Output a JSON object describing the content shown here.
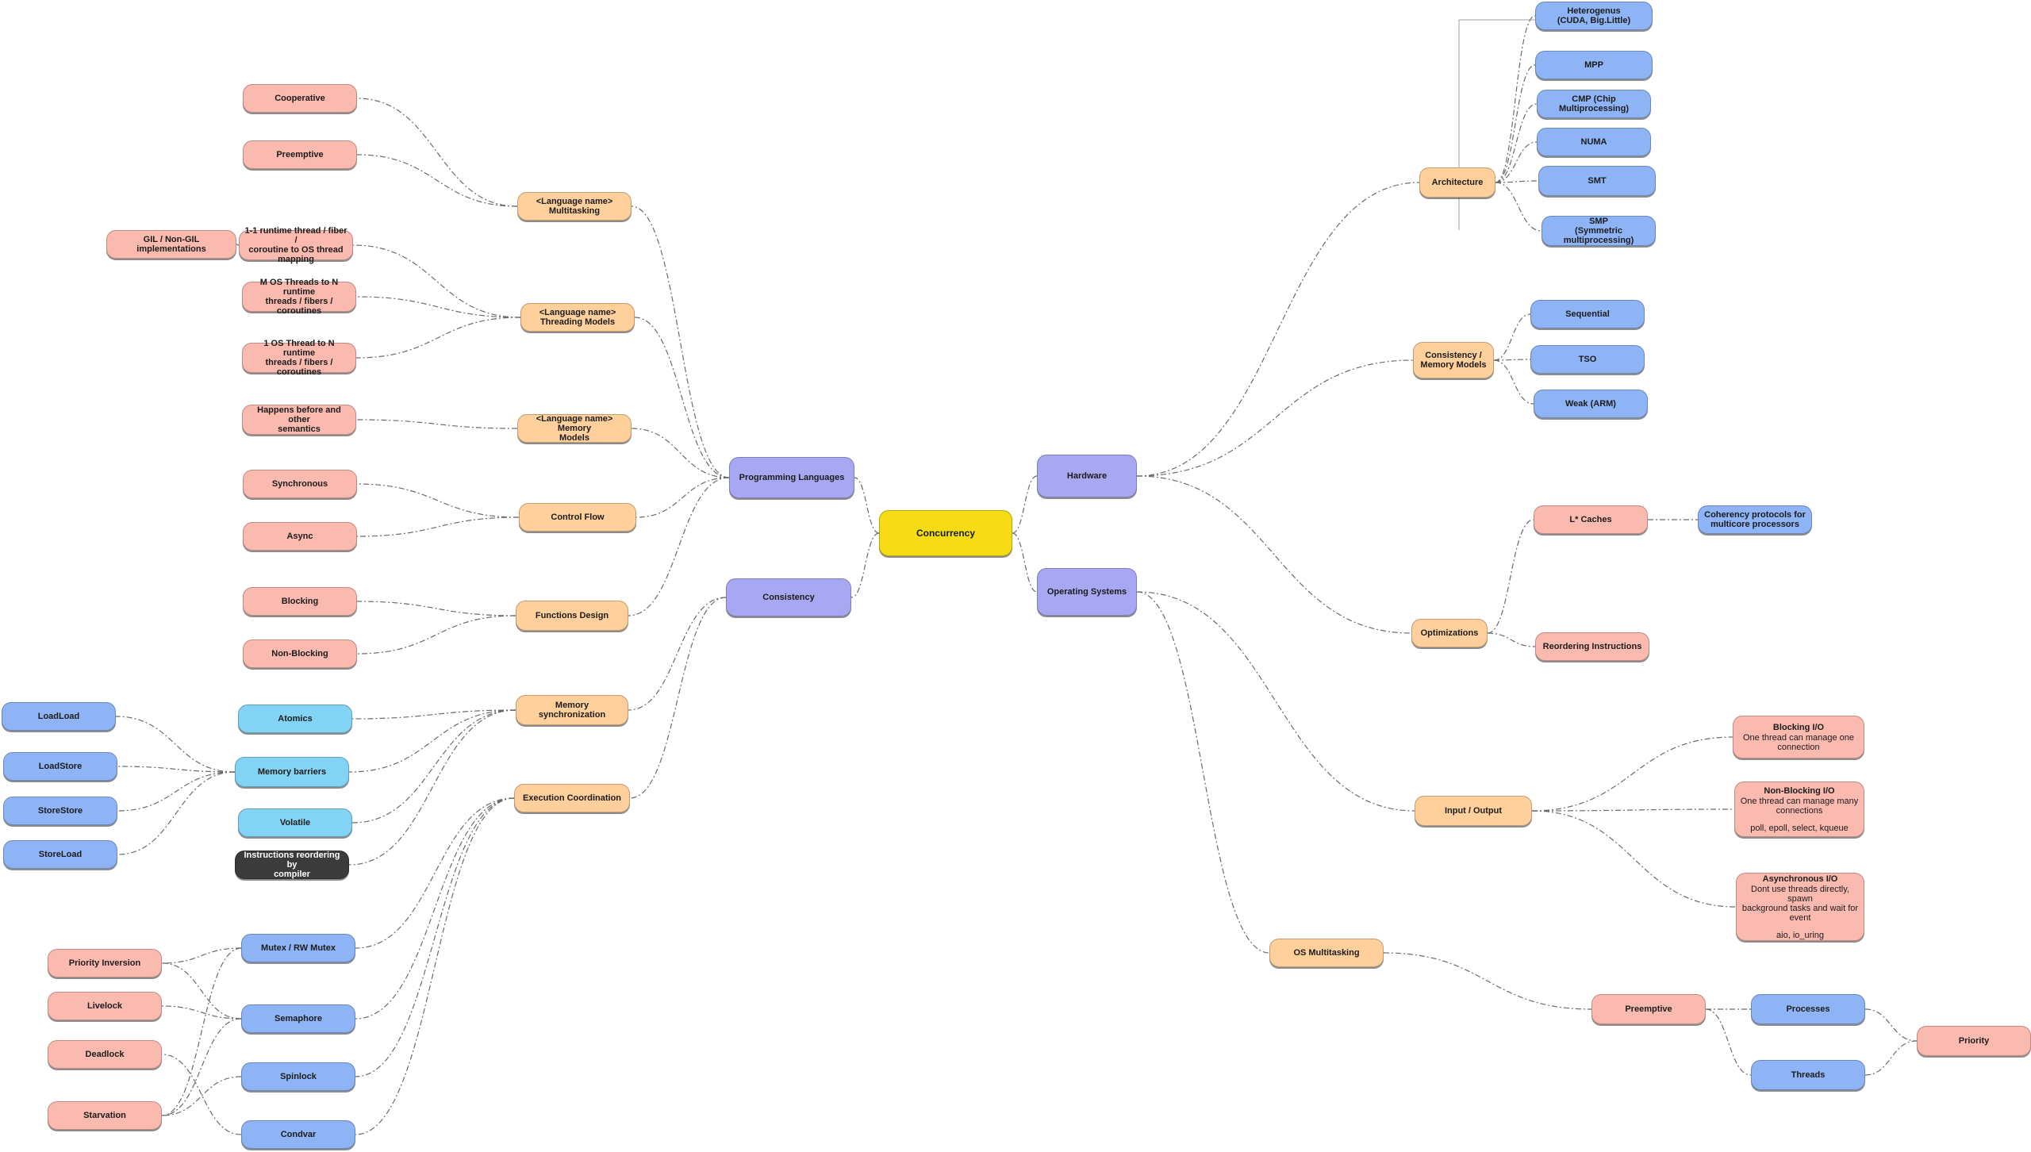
{
  "diagram": {
    "nodes": [
      {
        "id": "concurrency",
        "label": "Concurrency",
        "color": "#f5dc14"
      },
      {
        "id": "programming-languages",
        "label": "Programming Languages",
        "color": "#a8a8f2"
      },
      {
        "id": "consistency",
        "label": "Consistency",
        "color": "#a8a8f2"
      },
      {
        "id": "hardware",
        "label": "Hardware",
        "color": "#a8a8f2"
      },
      {
        "id": "operating-systems",
        "label": "Operating Systems",
        "color": "#a8a8f2"
      },
      {
        "id": "lang-multitasking",
        "label": "<Language name>\nMultitasking",
        "color": "#ffd09b"
      },
      {
        "id": "lang-threading",
        "label": "<Language name>\nThreading Models",
        "color": "#ffd09b"
      },
      {
        "id": "lang-memory",
        "label": "<Language name> Memory\nModels",
        "color": "#ffd09b"
      },
      {
        "id": "control-flow",
        "label": "Control Flow",
        "color": "#ffd09b"
      },
      {
        "id": "functions-design",
        "label": "Functions Design",
        "color": "#ffd09b"
      },
      {
        "id": "memory-sync",
        "label": "Memory synchronization",
        "color": "#ffd09b"
      },
      {
        "id": "exec-coord",
        "label": "Execution Coordination",
        "color": "#ffd09b"
      },
      {
        "id": "cooperative",
        "label": "Cooperative",
        "color": "#fbbab0"
      },
      {
        "id": "preemptive-left",
        "label": "Preemptive",
        "color": "#fbbab0"
      },
      {
        "id": "gil",
        "label": "GIL / Non-GIL\nimplementations",
        "color": "#fbbab0"
      },
      {
        "id": "one-one",
        "label": "1-1 runtime thread / fiber /\ncoroutine to OS thread\nmapping",
        "color": "#fbbab0"
      },
      {
        "id": "m-n",
        "label": "M OS Threads to N runtime\nthreads / fibers /\ncoroutines",
        "color": "#fbbab0"
      },
      {
        "id": "one-n",
        "label": "1 OS Thread to N runtime\nthreads / fibers /\ncoroutines",
        "color": "#fbbab0"
      },
      {
        "id": "happens-before",
        "label": "Happens before and other\nsemantics",
        "color": "#fbbab0"
      },
      {
        "id": "synchronous",
        "label": "Synchronous",
        "color": "#fbbab0"
      },
      {
        "id": "async",
        "label": "Async",
        "color": "#fbbab0"
      },
      {
        "id": "blocking",
        "label": "Blocking",
        "color": "#fbbab0"
      },
      {
        "id": "non-blocking",
        "label": "Non-Blocking",
        "color": "#fbbab0"
      },
      {
        "id": "atomics",
        "label": "Atomics",
        "color": "#83d3f5"
      },
      {
        "id": "memory-barriers",
        "label": "Memory barriers",
        "color": "#83d3f5"
      },
      {
        "id": "volatile",
        "label": "Volatile",
        "color": "#83d3f5"
      },
      {
        "id": "instr-reorder",
        "label": "Instructions reordering by\ncompiler",
        "color": "#3b3b3b"
      },
      {
        "id": "loadload",
        "label": "LoadLoad",
        "color": "#8fb4f5"
      },
      {
        "id": "loadstore",
        "label": "LoadStore",
        "color": "#8fb4f5"
      },
      {
        "id": "storestore",
        "label": "StoreStore",
        "color": "#8fb4f5"
      },
      {
        "id": "storeload",
        "label": "StoreLoad",
        "color": "#8fb4f5"
      },
      {
        "id": "mutex",
        "label": "Mutex / RW Mutex",
        "color": "#8fb4f5"
      },
      {
        "id": "semaphore",
        "label": "Semaphore",
        "color": "#8fb4f5"
      },
      {
        "id": "spinlock",
        "label": "Spinlock",
        "color": "#8fb4f5"
      },
      {
        "id": "condvar",
        "label": "Condvar",
        "color": "#8fb4f5"
      },
      {
        "id": "priority-inversion",
        "label": "Priority Inversion",
        "color": "#fbbab0"
      },
      {
        "id": "livelock",
        "label": "Livelock",
        "color": "#fbbab0"
      },
      {
        "id": "deadlock",
        "label": "Deadlock",
        "color": "#fbbab0"
      },
      {
        "id": "starvation",
        "label": "Starvation",
        "color": "#fbbab0"
      },
      {
        "id": "architecture",
        "label": "Architecture",
        "color": "#ffd09b"
      },
      {
        "id": "heterogenous",
        "label": "Heterogenus\n(CUDA, Big.Little)",
        "color": "#8fb4f5"
      },
      {
        "id": "mpp",
        "label": "MPP",
        "color": "#8fb4f5"
      },
      {
        "id": "cmp",
        "label": "CMP (Chip\nMultiprocessing)",
        "color": "#8fb4f5"
      },
      {
        "id": "numa",
        "label": "NUMA",
        "color": "#8fb4f5"
      },
      {
        "id": "smt",
        "label": "SMT",
        "color": "#8fb4f5"
      },
      {
        "id": "smp",
        "label": "SMP\n(Symmetric\nmultiprocessing)",
        "color": "#8fb4f5"
      },
      {
        "id": "consistency-models",
        "label": "Consistency /\nMemory Models",
        "color": "#ffd09b"
      },
      {
        "id": "sequential",
        "label": "Sequential",
        "color": "#8fb4f5"
      },
      {
        "id": "tso",
        "label": "TSO",
        "color": "#8fb4f5"
      },
      {
        "id": "weak-arm",
        "label": "Weak (ARM)",
        "color": "#8fb4f5"
      },
      {
        "id": "optimizations",
        "label": "Optimizations",
        "color": "#ffd09b"
      },
      {
        "id": "l-caches",
        "label": "L* Caches",
        "color": "#fbbab0"
      },
      {
        "id": "coherency",
        "label": "Coherency protocols for\nmulticore processors",
        "color": "#8fb4f5"
      },
      {
        "id": "reordering",
        "label": "Reordering Instructions",
        "color": "#fbbab0"
      },
      {
        "id": "input-output",
        "label": "Input / Output",
        "color": "#ffd09b"
      },
      {
        "id": "blocking-io",
        "label": "Blocking I/O",
        "desc": "One thread can manage one\nconnection",
        "color": "#fbbab0"
      },
      {
        "id": "non-blocking-io",
        "label": "Non-Blocking I/O",
        "desc": "One thread can manage many\nconnections",
        "extra": "poll, epoll, select, kqueue",
        "color": "#fbbab0"
      },
      {
        "id": "async-io",
        "label": "Asynchronous I/O",
        "desc": "Dont use threads directly, spawn\nbackground tasks and wait for\nevent",
        "extra": "aio, io_uring",
        "color": "#fbbab0"
      },
      {
        "id": "os-multitasking",
        "label": "OS Multitasking",
        "color": "#ffd09b"
      },
      {
        "id": "preemptive-right",
        "label": "Preemptive",
        "color": "#fbbab0"
      },
      {
        "id": "processes",
        "label": "Processes",
        "color": "#8fb4f5"
      },
      {
        "id": "threads",
        "label": "Threads",
        "color": "#8fb4f5"
      },
      {
        "id": "priority",
        "label": "Priority",
        "color": "#fbbab0"
      }
    ],
    "edges": [
      [
        "concurrency",
        "programming-languages"
      ],
      [
        "concurrency",
        "consistency"
      ],
      [
        "concurrency",
        "hardware"
      ],
      [
        "concurrency",
        "operating-systems"
      ],
      [
        "programming-languages",
        "lang-multitasking"
      ],
      [
        "programming-languages",
        "lang-threading"
      ],
      [
        "programming-languages",
        "lang-memory"
      ],
      [
        "programming-languages",
        "control-flow"
      ],
      [
        "programming-languages",
        "functions-design"
      ],
      [
        "lang-multitasking",
        "cooperative"
      ],
      [
        "lang-multitasking",
        "preemptive-left"
      ],
      [
        "lang-threading",
        "one-one"
      ],
      [
        "lang-threading",
        "m-n"
      ],
      [
        "lang-threading",
        "one-n"
      ],
      [
        "one-one",
        "gil"
      ],
      [
        "lang-memory",
        "happens-before"
      ],
      [
        "control-flow",
        "synchronous"
      ],
      [
        "control-flow",
        "async"
      ],
      [
        "functions-design",
        "blocking"
      ],
      [
        "functions-design",
        "non-blocking"
      ],
      [
        "consistency",
        "memory-sync"
      ],
      [
        "consistency",
        "exec-coord"
      ],
      [
        "memory-sync",
        "atomics"
      ],
      [
        "memory-sync",
        "memory-barriers"
      ],
      [
        "memory-sync",
        "volatile"
      ],
      [
        "memory-sync",
        "instr-reorder"
      ],
      [
        "memory-barriers",
        "loadload"
      ],
      [
        "memory-barriers",
        "loadstore"
      ],
      [
        "memory-barriers",
        "storestore"
      ],
      [
        "memory-barriers",
        "storeload"
      ],
      [
        "exec-coord",
        "mutex"
      ],
      [
        "exec-coord",
        "semaphore"
      ],
      [
        "exec-coord",
        "spinlock"
      ],
      [
        "exec-coord",
        "condvar"
      ],
      [
        "mutex",
        "priority-inversion"
      ],
      [
        "semaphore",
        "priority-inversion"
      ],
      [
        "semaphore",
        "livelock"
      ],
      [
        "mutex",
        "starvation"
      ],
      [
        "semaphore",
        "starvation"
      ],
      [
        "spinlock",
        "starvation"
      ],
      [
        "condvar",
        "deadlock"
      ],
      [
        "hardware",
        "architecture"
      ],
      [
        "hardware",
        "consistency-models"
      ],
      [
        "hardware",
        "optimizations"
      ],
      [
        "architecture",
        "heterogenous"
      ],
      [
        "architecture",
        "mpp"
      ],
      [
        "architecture",
        "cmp"
      ],
      [
        "architecture",
        "numa"
      ],
      [
        "architecture",
        "smt"
      ],
      [
        "architecture",
        "smp"
      ],
      [
        "consistency-models",
        "sequential"
      ],
      [
        "consistency-models",
        "tso"
      ],
      [
        "consistency-models",
        "weak-arm"
      ],
      [
        "optimizations",
        "l-caches"
      ],
      [
        "optimizations",
        "reordering"
      ],
      [
        "l-caches",
        "coherency"
      ],
      [
        "operating-systems",
        "input-output"
      ],
      [
        "operating-systems",
        "os-multitasking"
      ],
      [
        "input-output",
        "blocking-io"
      ],
      [
        "input-output",
        "non-blocking-io"
      ],
      [
        "input-output",
        "async-io"
      ],
      [
        "os-multitasking",
        "preemptive-right"
      ],
      [
        "preemptive-right",
        "processes"
      ],
      [
        "preemptive-right",
        "threads"
      ],
      [
        "processes",
        "priority"
      ],
      [
        "threads",
        "priority"
      ]
    ]
  }
}
